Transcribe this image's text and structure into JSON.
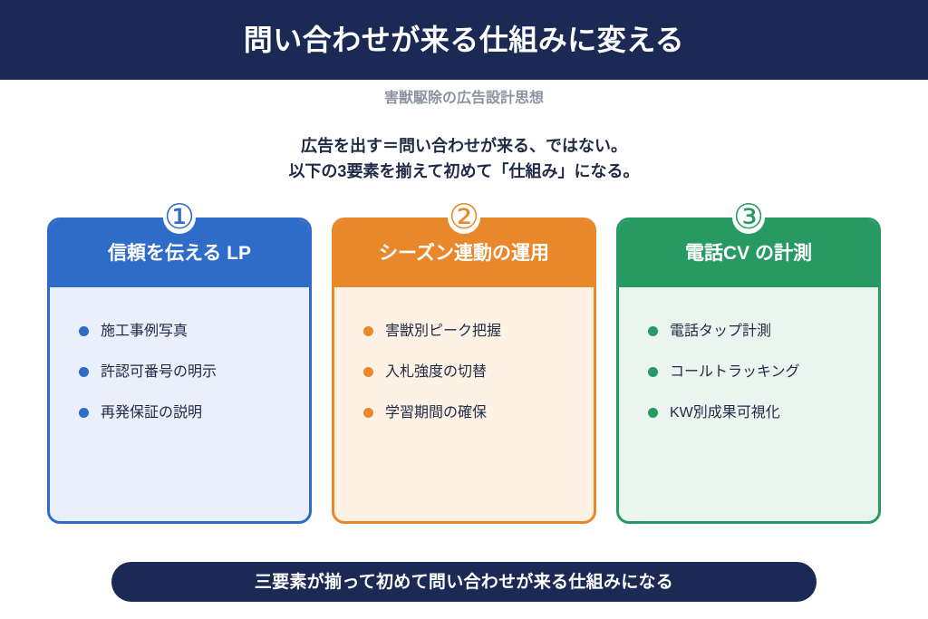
{
  "header": {
    "title": "問い合わせが来る仕組みに変える",
    "background_color": "#1b2a55"
  },
  "subtitle": "害獣駆除の広告設計思想",
  "intro": {
    "line1": "広告を出す＝問い合わせが来る、ではない。",
    "line2": "以下の3要素を揃えて初めて「仕組み」になる。"
  },
  "cards": [
    {
      "badge": "①",
      "title": "信頼を伝える LP",
      "accent_color": "#2f6cc7",
      "body_color": "#e9f0fb",
      "items": [
        "施工事例写真",
        "許認可番号の明示",
        "再発保証の説明"
      ]
    },
    {
      "badge": "②",
      "title": "シーズン連動の運用",
      "accent_color": "#e8882b",
      "body_color": "#fdf2e4",
      "items": [
        "害獣別ピーク把握",
        "入札強度の切替",
        "学習期間の確保"
      ]
    },
    {
      "badge": "③",
      "title": "電話CV の計測",
      "accent_color": "#269a62",
      "body_color": "#eaf5ef",
      "items": [
        "電話タップ計測",
        "コールトラッキング",
        "KW別成果可視化"
      ]
    }
  ],
  "footer": {
    "text": "三要素が揃って初めて問い合わせが来る仕組みになる",
    "background_color": "#1b2a55"
  }
}
